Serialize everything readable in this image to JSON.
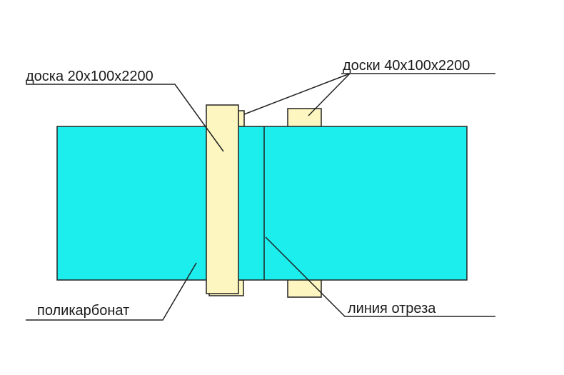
{
  "labels": {
    "board_single": "доска 20х100х2200",
    "boards_double": "доски 40х100х2200",
    "polycarbonate": "поликарбонат",
    "cut_line": "линия отреза"
  },
  "colors": {
    "polycarbonate_fill": "#1ceeee",
    "board_fill": "#fdf6c0",
    "outline": "#222222",
    "background": "#ffffff"
  }
}
